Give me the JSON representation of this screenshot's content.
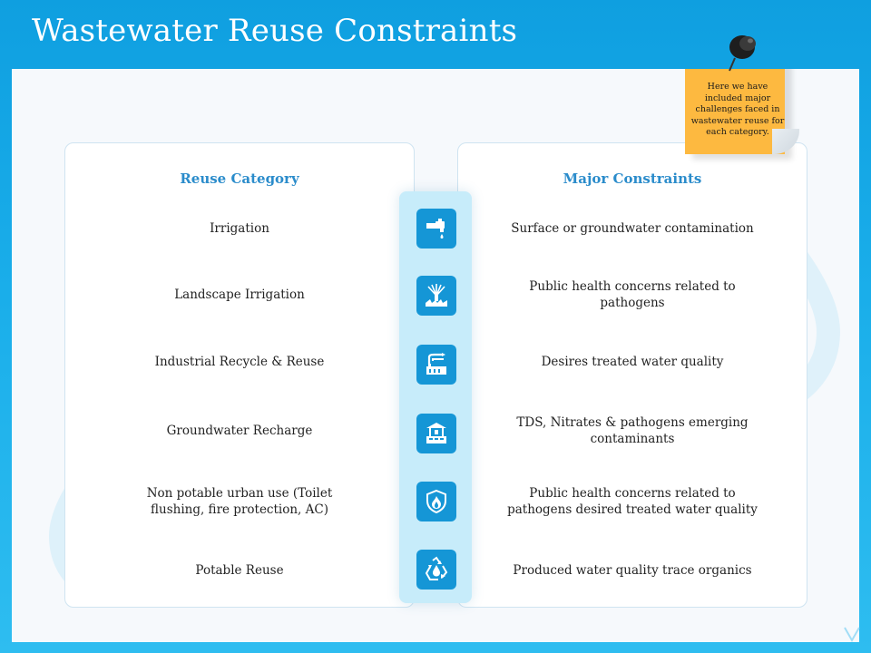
{
  "header": {
    "title": "Wastewater Reuse Constraints"
  },
  "note": {
    "text": "Here we have included major challenges faced in wastewater reuse for each category."
  },
  "left_column": {
    "heading": "Reuse Category",
    "items": [
      "Irrigation",
      "Landscape Irrigation",
      "Industrial Recycle & Reuse",
      "Groundwater Recharge",
      "Non potable urban use (Toilet flushing, fire protection, AC)",
      "Potable Reuse"
    ]
  },
  "right_column": {
    "heading": "Major Constraints",
    "items": [
      "Surface or groundwater contamination",
      "Public health concerns related to pathogens",
      "Desires treated water quality",
      "TDS, Nitrates & pathogens emerging contaminants",
      "Public health concerns related to pathogens desired treated water quality",
      "Produced water quality trace organics"
    ]
  },
  "icons": [
    "faucet-icon",
    "sprinkler-icon",
    "factory-icon",
    "water-well-icon",
    "fire-shield-icon",
    "recycle-drop-icon"
  ],
  "colors": {
    "accent": "#2b8ccb",
    "icon_bg": "#1596d6",
    "note": "#fdb940",
    "background": "#1aaeea"
  }
}
